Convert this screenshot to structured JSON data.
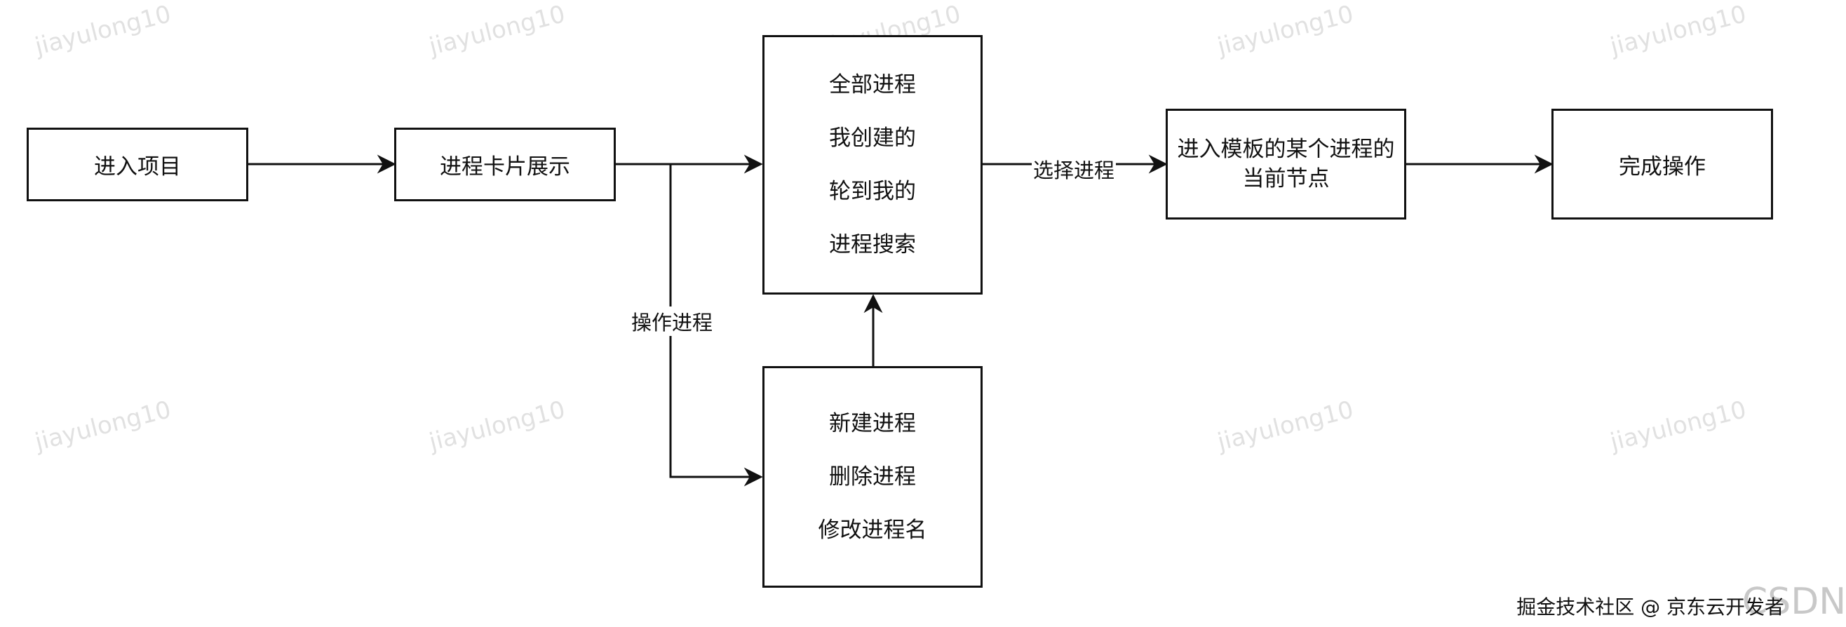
{
  "watermarks": [
    "jiayulong10",
    "jiayulong10",
    "jiayulong10",
    "jiayulong10",
    "jiayulong10",
    "jiayulong10",
    "jiayulong10",
    "jiayulong10",
    "jiayulong10",
    "jiayulong10"
  ],
  "nodes": {
    "enter_project": "进入项目",
    "card_display": "进程卡片展示",
    "filters": [
      "全部进程",
      "我创建的",
      "轮到我的",
      "进程搜索"
    ],
    "enter_template_node": [
      "进入模板的某个进程的",
      "当前节点"
    ],
    "complete_operation": "完成操作",
    "process_operations": [
      "新建进程",
      "删除进程",
      "修改进程名"
    ]
  },
  "edges": {
    "select_process": "选择进程",
    "operate_process": "操作进程"
  },
  "footer": {
    "csdn": "CSDN",
    "credit": "掘金技术社区 @ 京东云开发者"
  },
  "colors": {
    "stroke": "#111111",
    "watermark": "#dcdcdc"
  }
}
